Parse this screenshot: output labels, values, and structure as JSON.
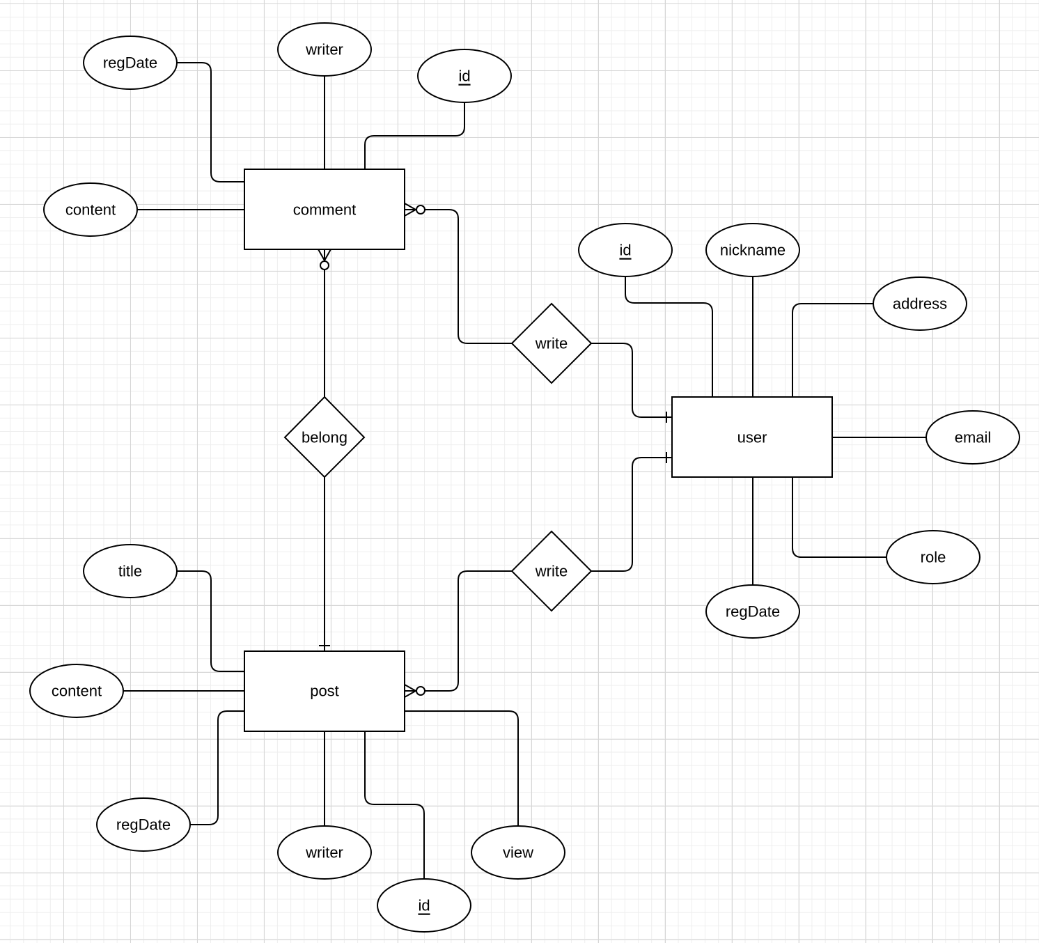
{
  "entities": {
    "comment": "comment",
    "user": "user",
    "post": "post"
  },
  "relationships": {
    "comment_user": "write",
    "comment_post": "belong",
    "post_user": "write"
  },
  "comment_attributes": {
    "regDate": "regDate",
    "writer": "writer",
    "id": "id",
    "content": "content"
  },
  "user_attributes": {
    "id": "id",
    "nickname": "nickname",
    "address": "address",
    "email": "email",
    "role": "role",
    "regDate": "regDate"
  },
  "post_attributes": {
    "title": "title",
    "content": "content",
    "regDate": "regDate",
    "writer": "writer",
    "id": "id",
    "view": "view"
  },
  "cardinality": {
    "comment_user": "many-optional to one",
    "comment_post": "many-optional to one",
    "post_user": "many-optional to one"
  }
}
